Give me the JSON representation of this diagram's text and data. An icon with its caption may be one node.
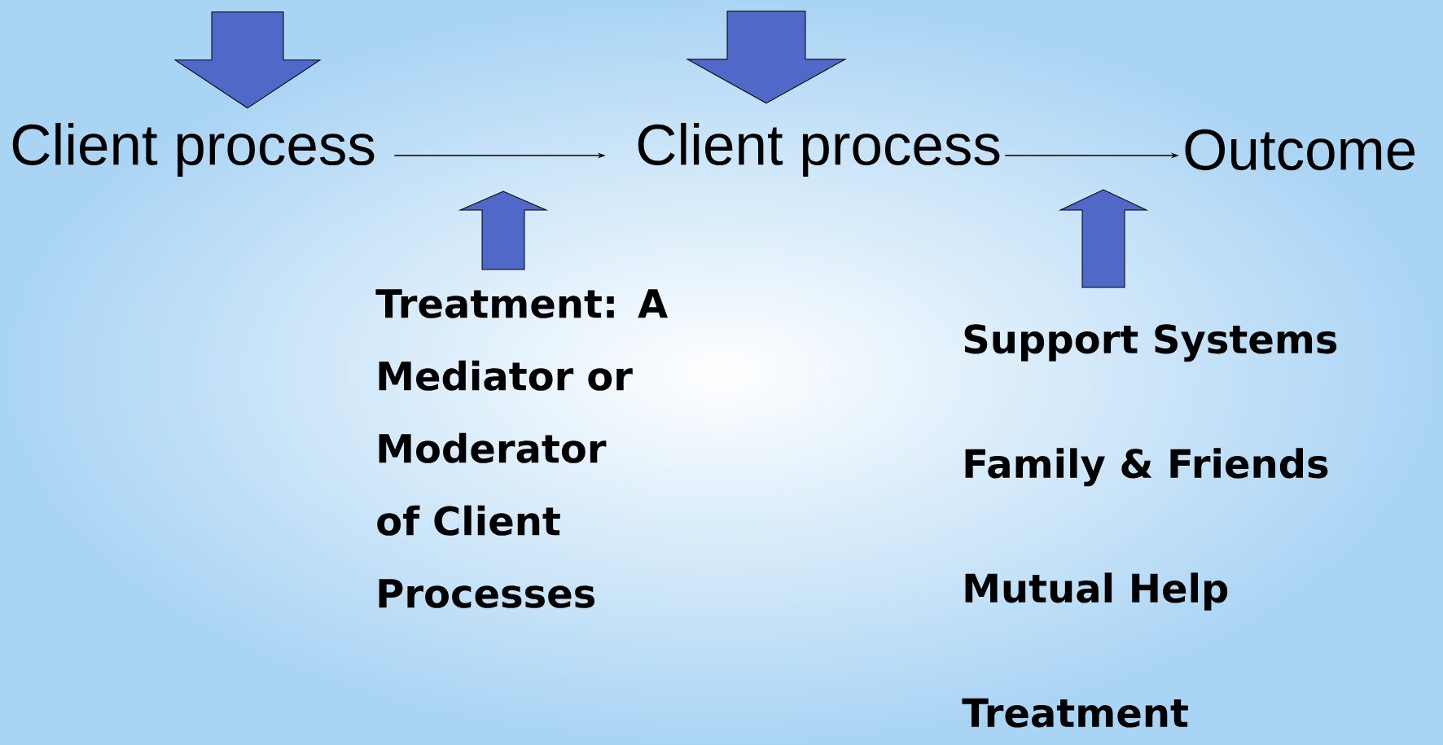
{
  "diagram": {
    "nodes": [
      {
        "text": [
          "Client process"
        ]
      },
      {
        "text": [
          "Client process"
        ]
      },
      {
        "text": [
          "Outcome"
        ]
      },
      {
        "text": [
          "Treatment: A Mediator or Moderator of Client Processes"
        ]
      },
      {
        "text": [
          "Support Systems",
          "Family & Friends",
          "Mutual Help",
          "Treatment"
        ]
      }
    ],
    "edges": [
      {
        "from": 0,
        "to": 1,
        "arrow": "to"
      },
      {
        "from": 1,
        "to": 2,
        "arrow": "to"
      },
      {
        "from": null,
        "to": 0,
        "arrow": "to",
        "style": "thick",
        "color": "#5068c8"
      },
      {
        "from": null,
        "to": 1,
        "arrow": "to",
        "style": "thick",
        "color": "#5068c8"
      },
      {
        "from": 3,
        "to": null,
        "arrow": "to",
        "style": "thick",
        "color": "#5068c8"
      },
      {
        "from": 4,
        "to": null,
        "arrow": "to",
        "style": "thick",
        "color": "#5068c8"
      }
    ]
  }
}
